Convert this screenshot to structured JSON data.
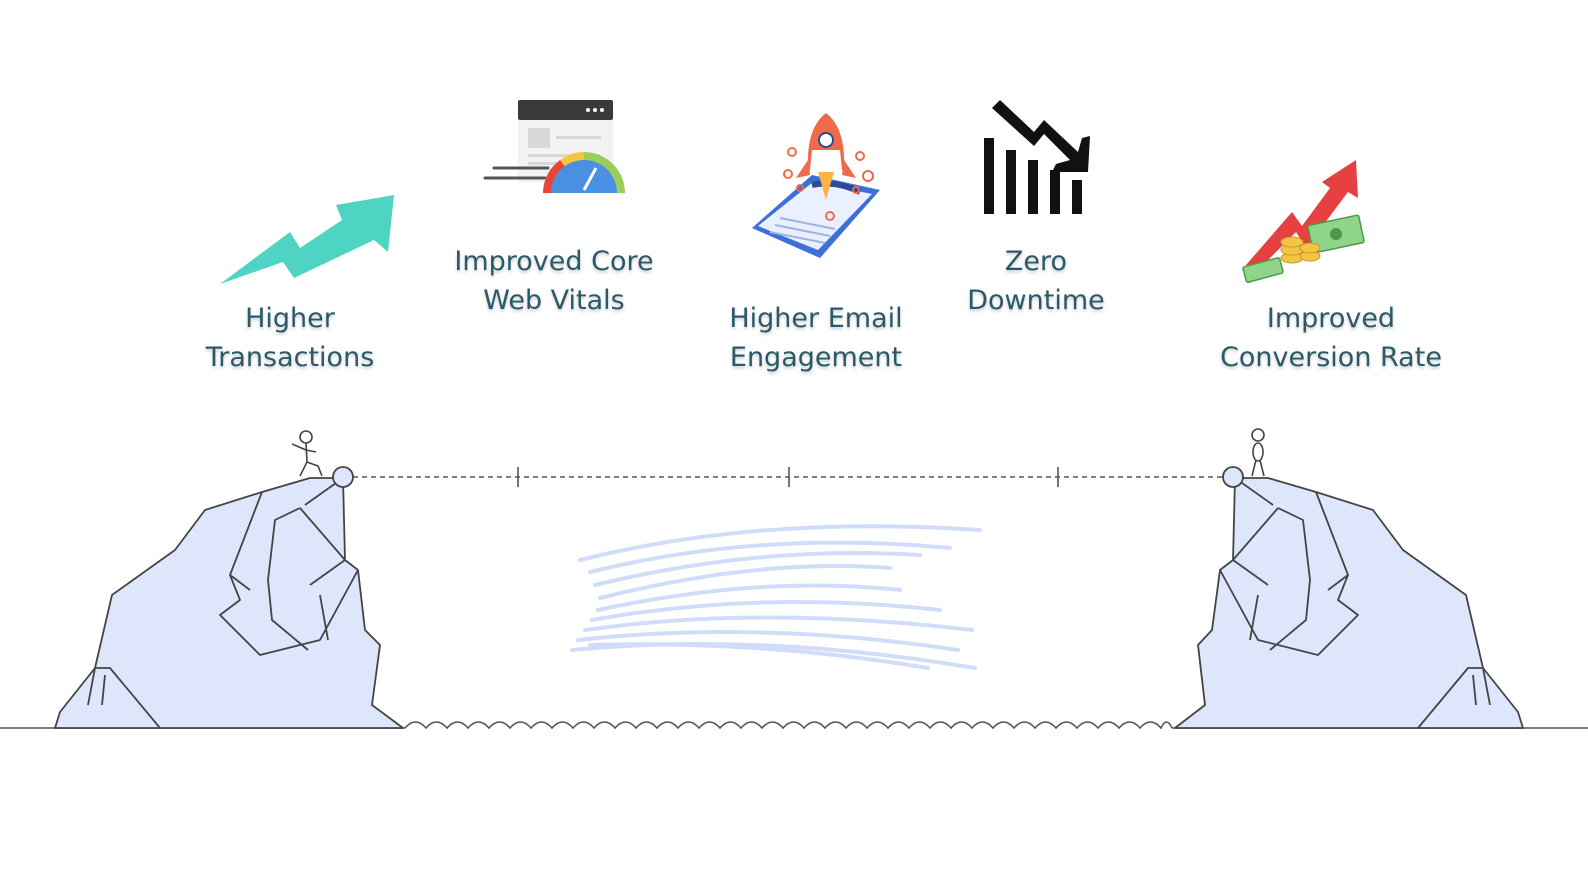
{
  "benefits": [
    {
      "line1": "Higher",
      "line2": "Transactions",
      "icon": "trend-up-arrow-icon"
    },
    {
      "line1": "Improved Core",
      "line2": "Web Vitals",
      "icon": "speed-gauge-browser-icon"
    },
    {
      "line1": "Higher Email",
      "line2": "Engagement",
      "icon": "rocket-launch-icon"
    },
    {
      "line1": "Zero",
      "line2": "Downtime",
      "icon": "downtrend-bars-icon"
    },
    {
      "line1": "Improved",
      "line2": "Conversion Rate",
      "icon": "money-growth-icon"
    }
  ],
  "colors": {
    "label": "#2a5a6a",
    "teal_arrow": "#4fd4c4",
    "cliff_fill": "#dde6fb",
    "line": "#555555",
    "red_arrow": "#e64040",
    "rocket": "#f06a4a"
  }
}
